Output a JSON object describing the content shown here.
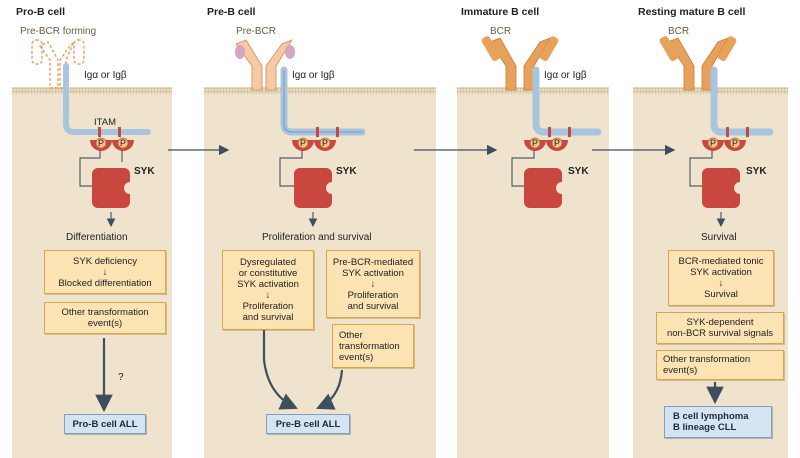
{
  "columns": [
    {
      "header": "Pro-B cell",
      "receptor": "Pre-BCR forming",
      "ig": "Igα or Igβ",
      "itam": "ITAM",
      "syk": "SYK",
      "outcome": "Differentiation"
    },
    {
      "header": "Pre-B cell",
      "receptor": "Pre-BCR",
      "ig": "Igα or Igβ",
      "syk": "SYK",
      "outcome": "Proliferation and survival"
    },
    {
      "header": "Immature B cell",
      "receptor": "BCR",
      "ig": "Igα or Igβ",
      "syk": "SYK"
    },
    {
      "header": "Resting mature B cell",
      "receptor": "BCR",
      "syk": "SYK",
      "outcome": "Survival"
    }
  ],
  "phospho_label": "P",
  "boxes": {
    "c1_a": {
      "l1": "SYK deficiency",
      "arrow": "↓",
      "l2": "Blocked differentiation"
    },
    "c1_b": {
      "l1": "Other transformation",
      "l2": "event(s)"
    },
    "c1_q": "?",
    "c2_left": {
      "l1": "Dysregulated",
      "l2": "or constitutive",
      "l3": "SYK activation",
      "arrow": "↓",
      "l4": "Proliferation",
      "l5": "and survival"
    },
    "c2_right": {
      "l1": "Pre-BCR-mediated",
      "l2": "SYK activation",
      "arrow": "↓",
      "l3": "Proliferation",
      "l4": "and survival"
    },
    "c2_other": {
      "l1": "Other",
      "l2": "transformation",
      "l3": "event(s)"
    },
    "c4_a": {
      "l1": "BCR-mediated tonic",
      "l2": "SYK activation",
      "arrow": "↓",
      "l3": "Survival"
    },
    "c4_b": {
      "l1": "SYK-dependent",
      "l2": "non-BCR survival signals"
    },
    "c4_c": {
      "l1": "Other transformation",
      "l2": "event(s)"
    }
  },
  "results": {
    "c1": "Pro-B cell ALL",
    "c2": "Pre-B cell ALL",
    "c4_l1": "B cell lymphoma",
    "c4_l2": "B lineage CLL"
  },
  "colors": {
    "cytoplasm": "#efe3cd",
    "membrane": "#d7c6a6",
    "receptor": "#e8a15a",
    "receptor_light": "#f6caa6",
    "signal_chain": "#a9c4de",
    "syk": "#c9473f",
    "box_fill": "#fbe3b4",
    "result_fill": "#d6e4f1"
  }
}
